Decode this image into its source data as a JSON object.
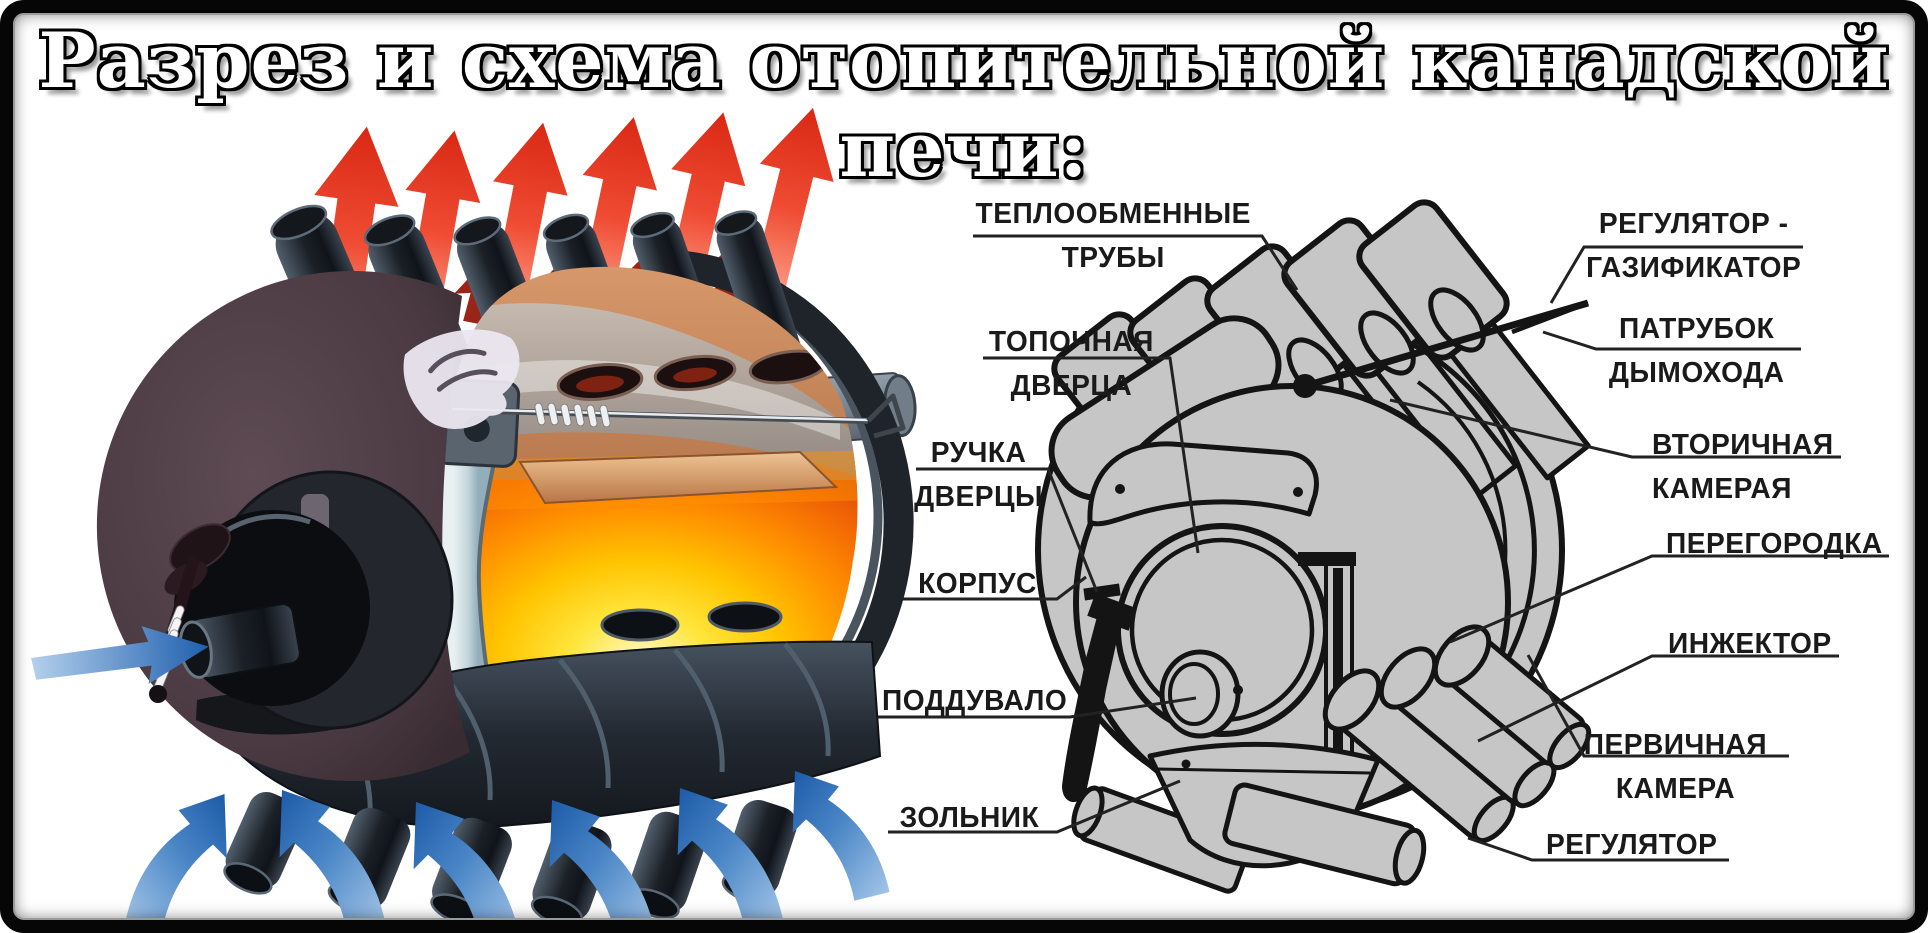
{
  "title": {
    "text": "Разрез и схема отопительной канадской печи:"
  },
  "cutaway": {
    "description": "3D cutaway rendering of a Canadian heating stove with burning firebox",
    "hot_air_arrow_color": "#e23222",
    "cold_air_arrow_color": "#2765b0",
    "flame_core_color": "#fff8cf",
    "flame_mid_color": "#ffb800",
    "flame_deep_color": "#ef5605",
    "pipe_dark_color": "#1a1e25",
    "front_disc_color": "#52404a"
  },
  "schematic": {
    "line_color": "#141414",
    "fill_color": "#c6c6c6",
    "labels": {
      "heat_exchange_pipes": "ТЕПЛООБМЕННЫЕ\nТРУБЫ",
      "furnace_door": "ТОПОЧНАЯ\nДВЕРЦА",
      "door_handle": "РУЧКА\nДВЕРЦЫ",
      "body": "КОРПУС",
      "air_blower": "ПОДДУВАЛО",
      "ash_pan": "ЗОЛЬНИК",
      "regulator_gasifier": "РЕГУЛЯТОР -\nГАЗИФИКАТОР",
      "chimney_pipe": "ПАТРУБОК\nДЫМОХОДА",
      "secondary_chamber": "ВТОРИЧНАЯ\nКАМЕРАЯ",
      "partition": "ПЕРЕГОРОДКА",
      "injector": "ИНЖЕКТОР",
      "primary_chamber": "ПЕРВИЧНАЯ\nКАМЕРА",
      "regulator": "РЕГУЛЯТОР"
    }
  }
}
